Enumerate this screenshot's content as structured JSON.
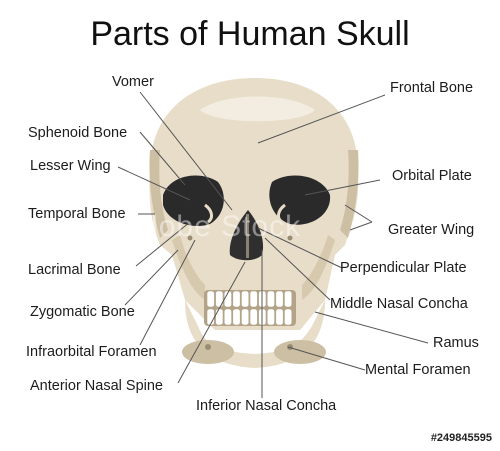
{
  "title": "Parts of Human Skull",
  "watermark": "Adobe Stock",
  "stock_id": "#249845595",
  "colors": {
    "bone": "#e7ddc9",
    "bone_shade": "#cdbfa3",
    "bone_dark": "#b3a489",
    "socket": "#2a2a2a",
    "line": "#555555"
  },
  "labels": {
    "vomer": "Vomer",
    "frontal_bone": "Frontal Bone",
    "sphenoid_bone": "Sphenoid Bone",
    "lesser_wing": "Lesser Wing",
    "orbital_plate": "Orbital Plate",
    "temporal_bone": "Temporal Bone",
    "greater_wing": "Greater Wing",
    "lacrimal_bone": "Lacrimal Bone",
    "perpendicular_plate": "Perpendicular Plate",
    "zygomatic_bone": "Zygomatic Bone",
    "middle_nasal_concha": "Middle Nasal Concha",
    "infraorbital_foramen": "Infraorbital Foramen",
    "ramus": "Ramus",
    "anterior_nasal_spine": "Anterior Nasal Spine",
    "mental_foramen": "Mental Foramen",
    "inferior_nasal_concha": "Inferior Nasal Concha"
  }
}
